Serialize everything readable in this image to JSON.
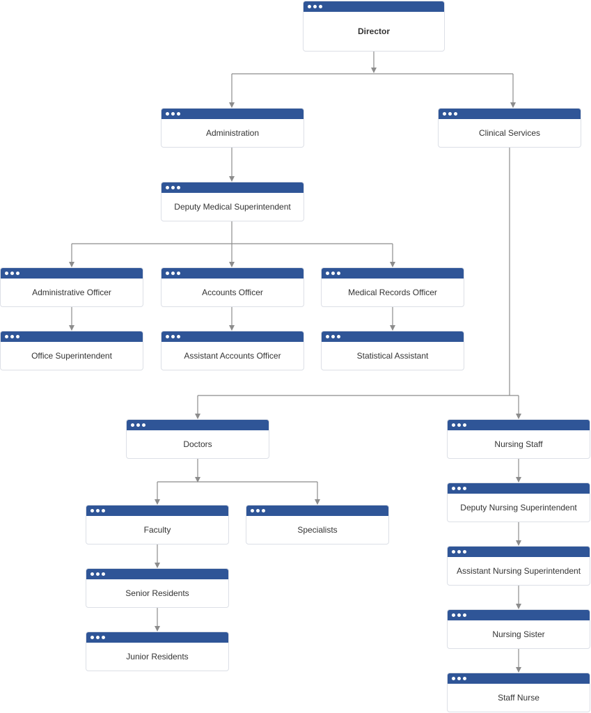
{
  "theme": {
    "header_color": "#2f5597",
    "connector_color": "#8c8c8c",
    "text_color": "#333333"
  },
  "nodes": {
    "director": {
      "label": "Director"
    },
    "administration": {
      "label": "Administration"
    },
    "clinical_services": {
      "label": "Clinical Services"
    },
    "deputy_medical_superintendent": {
      "label": "Deputy Medical Superintendent"
    },
    "administrative_officer": {
      "label": "Administrative Officer"
    },
    "accounts_officer": {
      "label": "Accounts Officer"
    },
    "medical_records_officer": {
      "label": "Medical Records Officer"
    },
    "office_superintendent": {
      "label": "Office Superintendent"
    },
    "assistant_accounts_officer": {
      "label": "Assistant Accounts Officer"
    },
    "statistical_assistant": {
      "label": "Statistical Assistant"
    },
    "doctors": {
      "label": "Doctors"
    },
    "nursing_staff": {
      "label": "Nursing Staff"
    },
    "faculty": {
      "label": "Faculty"
    },
    "specialists": {
      "label": "Specialists"
    },
    "senior_residents": {
      "label": "Senior Residents"
    },
    "junior_residents": {
      "label": "Junior Residents"
    },
    "deputy_nursing_superintendent": {
      "label": "Deputy Nursing Superintendent"
    },
    "assistant_nursing_superintendent": {
      "label": "Assistant Nursing Superintendent"
    },
    "nursing_sister": {
      "label": "Nursing Sister"
    },
    "staff_nurse": {
      "label": "Staff Nurse"
    }
  },
  "edges": [
    [
      "director",
      "administration"
    ],
    [
      "director",
      "clinical_services"
    ],
    [
      "administration",
      "deputy_medical_superintendent"
    ],
    [
      "deputy_medical_superintendent",
      "administrative_officer"
    ],
    [
      "deputy_medical_superintendent",
      "accounts_officer"
    ],
    [
      "deputy_medical_superintendent",
      "medical_records_officer"
    ],
    [
      "administrative_officer",
      "office_superintendent"
    ],
    [
      "accounts_officer",
      "assistant_accounts_officer"
    ],
    [
      "medical_records_officer",
      "statistical_assistant"
    ],
    [
      "clinical_services",
      "doctors"
    ],
    [
      "clinical_services",
      "nursing_staff"
    ],
    [
      "doctors",
      "faculty"
    ],
    [
      "doctors",
      "specialists"
    ],
    [
      "faculty",
      "senior_residents"
    ],
    [
      "senior_residents",
      "junior_residents"
    ],
    [
      "nursing_staff",
      "deputy_nursing_superintendent"
    ],
    [
      "deputy_nursing_superintendent",
      "assistant_nursing_superintendent"
    ],
    [
      "assistant_nursing_superintendent",
      "nursing_sister"
    ],
    [
      "nursing_sister",
      "staff_nurse"
    ]
  ]
}
